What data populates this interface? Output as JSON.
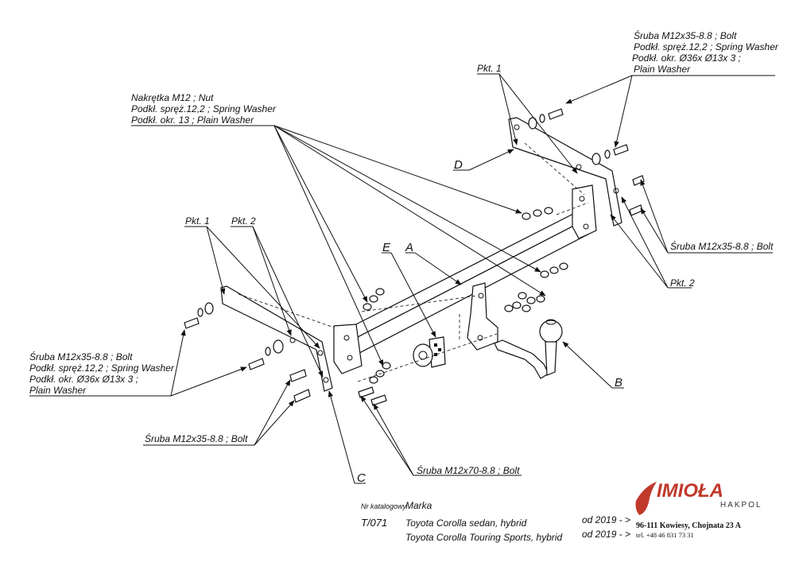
{
  "labels": {
    "nut_group": [
      "Nakrętka  M12 ; Nut",
      "Podkł. spręż.12,2 ; Spring Washer",
      "Podkł. okr. 13 ; Plain Washer"
    ],
    "top_right_group": [
      "Śruba M12x35-8.8 ;  Bolt",
      "Podkł. spręż.12,2 ; Spring Washer",
      "Podkł. okr.  Ø36x Ø13x 3 ;",
      "Plain Washer"
    ],
    "left_group": [
      "Śruba M12x35-8.8 ;  Bolt",
      "Podkł. spręż.12,2 ; Spring Washer",
      "Podkł. okr.  Ø36x Ø13x 3 ;",
      "Plain Washer"
    ],
    "bolt_right": "Śruba M12x35-8.8 ;  Bolt",
    "bolt_left_bottom": "Śruba M12x35-8.8 ;  Bolt",
    "bolt_m70": "Śruba M12x70-8.8 ;  Bolt",
    "pkt1_top": "Pkt. 1",
    "pkt1_left": "Pkt. 1",
    "pkt2_left": "Pkt. 2",
    "pkt2_right": "Pkt. 2",
    "letter_a": "A",
    "letter_b": "B",
    "letter_c": "C",
    "letter_d": "D",
    "letter_e": "E"
  },
  "footer": {
    "catalog_label": "Nr katalogowy",
    "brand_label": "Marka",
    "catalog_number": "T/071",
    "models": [
      {
        "name": "Toyota Corolla sedan, hybrid",
        "years": "od 2019 - >"
      },
      {
        "name": "Toyota Corolla Touring Sports, hybrid",
        "years": "od 2019 - >"
      }
    ]
  },
  "company": {
    "logo": "IMIOŁA",
    "sub": "HAKPOL",
    "address": "96-111 Kowiesy, Chojnata 23 A",
    "tel": "tel. +48 46 831 73 31",
    "brand_color": "#c0392b"
  }
}
